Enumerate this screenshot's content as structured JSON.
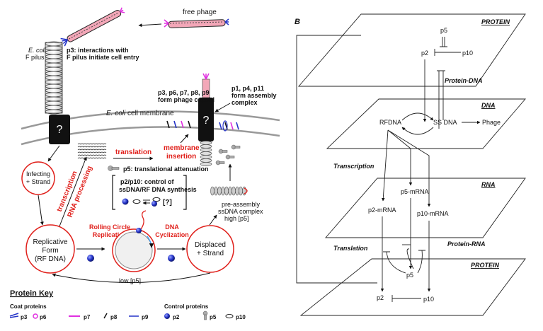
{
  "left": {
    "free_phage": "free phage",
    "pilus_label_line1": "E. coli",
    "pilus_label_line2": "F pilus",
    "p3_line1": "p3: interactions with",
    "p3_line2": "F pilus initiate cell entry",
    "capsid_line1": "p3, p6, p7, p8, p9",
    "capsid_line2": "form phage capsid",
    "assembly_line1": "p1, p4, p11",
    "assembly_line2": "form assembly",
    "assembly_line3": "complex",
    "membrane_italic": "E. coli",
    "membrane_rest": " cell membrane",
    "question": "?",
    "infecting_line1": "Infecting",
    "infecting_line2": "+ Strand",
    "transcription": "transcription",
    "rna_processing": "RNA processing",
    "translation": "translation",
    "membrane_insertion_line1": "membrane",
    "membrane_insertion_line2": "insertion",
    "p5_translational": "p5: translational attenuation",
    "p2p10_line1": "p2/p10: control of",
    "p2p10_line2": "ssDNA/RF DNA synthesis",
    "bracket_unknown": "[?]",
    "preassembly_line1": "pre-assembly",
    "preassembly_line2": "ssDNA complex",
    "preassembly_line3": "high [p5]",
    "rf_line1": "Replicative",
    "rf_line2": "Form",
    "rf_line3": "(RF DNA)",
    "rolling_line1": "Rolling Circle",
    "rolling_line2": "Replication",
    "dna_cyc_line1": "DNA",
    "dna_cyc_line2": "Cyclization",
    "displaced_line1": "Displaced",
    "displaced_line2": "+ Strand",
    "low_p5": "low [p5]",
    "key_title": "Protein Key",
    "coat_title": "Coat proteins",
    "control_title": "Control proteins",
    "coat_items": [
      "p3",
      "p6",
      "p7",
      "p8",
      "p9"
    ],
    "control_items": [
      "p2",
      "p5",
      "p10"
    ]
  },
  "right": {
    "panel_letter": "B",
    "plane1_title": "PROTEIN",
    "plane2_title": "DNA",
    "plane3_title": "RNA",
    "plane4_title": "PROTEIN",
    "p5_top": "p5",
    "p2_top": "p2",
    "p10_top": "p10",
    "protein_dna": "Protein-DNA",
    "rfdna": "RFDNA",
    "ssdna": "SS DNA",
    "phage": "Phage",
    "transcription": "Transcription",
    "p5_mrna": "p5-mRNA",
    "p2_mrna": "p2-mRNA",
    "p10_mrna": "p10-mRNA",
    "translation": "Translation",
    "protein_rna": "Protein-RNA",
    "p5_bottom": "p5",
    "p2_bottom": "p2",
    "p10_bottom": "p10"
  },
  "colors": {
    "red": "#e0201b",
    "blue": "#2433c8",
    "magenta": "#e02fe0",
    "pink": "#f0a0c0",
    "gray": "#8a8a8a"
  }
}
